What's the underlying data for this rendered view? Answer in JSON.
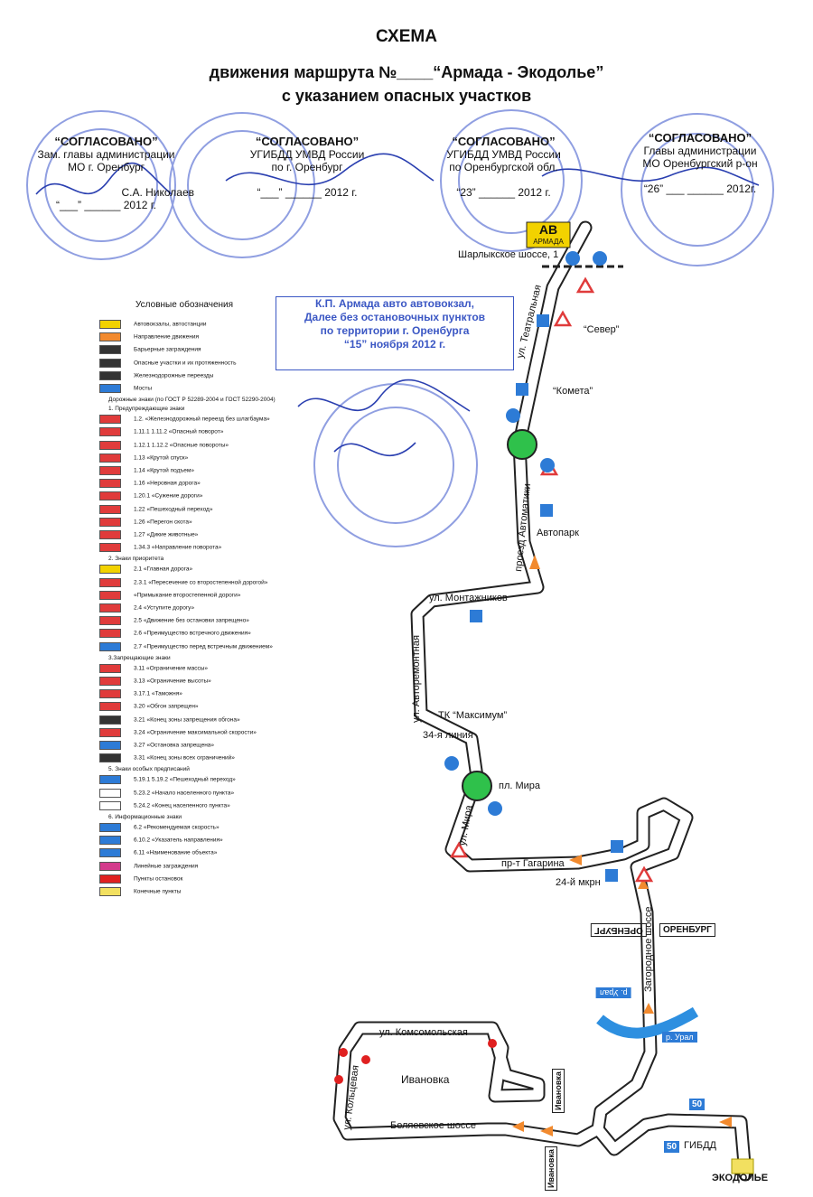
{
  "header": {
    "title": "СХЕМА",
    "line2": "движения маршрута №____“Армада - Экодолье”",
    "line3": "с указанием опасных участков"
  },
  "approvals": [
    {
      "heading": "“СОГЛАСОВАНО”",
      "line1": "Зам. главы администрации",
      "line2": "МО г. Оренбург",
      "signer": "С.А. Николаев",
      "date": "“___” ______ 2012 г."
    },
    {
      "heading": "“СОГЛАСОВАНО”",
      "line1": "УГИБДД УМВД России",
      "line2": "по г. Оренбург",
      "signer": "",
      "date": "“___” ______ 2012 г."
    },
    {
      "heading": "“СОГЛАСОВАНО”",
      "line1": "УГИБДД УМВД России",
      "line2": "по Оренбургской обл.",
      "signer": "",
      "date": "“23” ______ 2012 г."
    },
    {
      "heading": "“СОГЛАСОВАНО”",
      "line1": "Главы администрации",
      "line2": "МО Оренбургский р-он",
      "signer": "",
      "date": "“26” ___ ______ 2012г."
    }
  ],
  "stamp_box": {
    "line1": "К.П. Армада авто  автовокзал,",
    "line2": "Далее без остановочных пунктов",
    "line3": "по территории г. Оренбурга",
    "line4": "“15” ноября  2012 г."
  },
  "legend": {
    "title": "Условные обозначения",
    "items": [
      {
        "label": "Автовокзалы, автостанции",
        "color": "#f2d200"
      },
      {
        "label": "Направление движения",
        "color": "#f28a2e"
      },
      {
        "label": "Барьерные заграждения",
        "color": "#333333"
      },
      {
        "label": "Опасные участки и их протяженность",
        "color": "#333333"
      },
      {
        "label": "Железнодорожные переезды",
        "color": "#333333"
      },
      {
        "label": "Мосты",
        "color": "#2d7bd6"
      },
      {
        "label": "Дорожные знаки (по ГОСТ Р 52289-2004 и ГОСТ 52290-2004)",
        "color": ""
      },
      {
        "label": "1. Предупреждающие знаки",
        "color": ""
      },
      {
        "label": "1.2. «Железнодорожный переезд без шлагбаума»",
        "color": "#e03b3b"
      },
      {
        "label": "1.11.1 1.11.2 «Опасный поворот»",
        "color": "#e03b3b"
      },
      {
        "label": "1.12.1 1.12.2 «Опасные повороты»",
        "color": "#e03b3b"
      },
      {
        "label": "1.13 «Крутой спуск»",
        "color": "#e03b3b"
      },
      {
        "label": "1.14 «Крутой подъем»",
        "color": "#e03b3b"
      },
      {
        "label": "1.16 «Неровная дорога»",
        "color": "#e03b3b"
      },
      {
        "label": "1.20.1 «Сужение дороги»",
        "color": "#e03b3b"
      },
      {
        "label": "1.22 «Пешеходный переход»",
        "color": "#e03b3b"
      },
      {
        "label": "1.26 «Перегон скота»",
        "color": "#e03b3b"
      },
      {
        "label": "1.27 «Дикие животные»",
        "color": "#e03b3b"
      },
      {
        "label": "1.34.3 «Направление поворота»",
        "color": "#e03b3b"
      },
      {
        "label": "2. Знаки приоритета",
        "color": ""
      },
      {
        "label": "2.1 «Главная дорога»",
        "color": "#f2d200"
      },
      {
        "label": "2.3.1 «Пересечение со второстепенной дорогой»",
        "color": "#e03b3b"
      },
      {
        "label": "«Примыкание второстепенной дороги»",
        "color": "#e03b3b"
      },
      {
        "label": "2.4 «Уступите дорогу»",
        "color": "#e03b3b"
      },
      {
        "label": "2.5 «Движение без остановки запрещено»",
        "color": "#e03b3b"
      },
      {
        "label": "2.6 «Преимущество встречного движения»",
        "color": "#e03b3b"
      },
      {
        "label": "2.7 «Преимущество перед встречным движением»",
        "color": "#2d7bd6"
      },
      {
        "label": "3.Запрещающие знаки",
        "color": ""
      },
      {
        "label": "3.11 «Ограничение массы»",
        "color": "#e03b3b"
      },
      {
        "label": "3.13 «Ограничение высоты»",
        "color": "#e03b3b"
      },
      {
        "label": "3.17.1 «Таможня»",
        "color": "#e03b3b"
      },
      {
        "label": "3.20 «Обгон запрещен»",
        "color": "#e03b3b"
      },
      {
        "label": "3.21 «Конец зоны запрещения обгона»",
        "color": "#333333"
      },
      {
        "label": "3.24 «Ограничение максимальной скорости»",
        "color": "#e03b3b"
      },
      {
        "label": "3.27 «Остановка запрещена»",
        "color": "#2d7bd6"
      },
      {
        "label": "3.31 «Конец зоны всех ограничений»",
        "color": "#333333"
      },
      {
        "label": "5. Знаки особых предписаний",
        "color": ""
      },
      {
        "label": "5.19.1 5.19.2 «Пешеходный переход»",
        "color": "#2d7bd6"
      },
      {
        "label": "5.23.2 «Начало населенного пункта»",
        "color": "#ffffff"
      },
      {
        "label": "5.24.2 «Конец населенного пункта»",
        "color": "#ffffff"
      },
      {
        "label": "6. Информационные знаки",
        "color": ""
      },
      {
        "label": "6.2 «Рекомендуемая скорость»",
        "color": "#2d7bd6"
      },
      {
        "label": "6.10.2 «Указатель направления»",
        "color": "#2d7bd6"
      },
      {
        "label": "6.11 «Наименование объекта»",
        "color": "#2d7bd6"
      },
      {
        "label": "Линейные заграждения",
        "color": "#d43a8c"
      },
      {
        "label": "Пункты остановок",
        "color": "#e02020"
      },
      {
        "label": "Конечные пункты",
        "color": "#f2e060"
      }
    ]
  },
  "map": {
    "start_badge": "АВ",
    "start_badge_sub": "АРМАДА",
    "labels": {
      "sharlyk": "Шарлыкское шоссе, 1",
      "sever": "“Север”",
      "teatralnaya": "ул. Театральная",
      "kometa": "“Комета”",
      "avtomatiki": "проезд Автоматики",
      "avtopark": "Автопарк",
      "montazhnikov": "ул. Монтажников",
      "avtoremontnaya": "ул. Авторемонтная",
      "maksimum": "ТК “Максимум”",
      "liniya34": "34-я линия",
      "pl_mira": "пл. Мира",
      "ul_mira": "ул. Мира",
      "gagarina": "пр-т Гагарина",
      "mkrn24": "24-й мкрн",
      "zagorodnoe": "Загородное шоссе",
      "orenburg1": "ОРЕНБУРГ",
      "orenburg2": "ОРЕНБУРГ",
      "r_ural1": "р. Урал",
      "r_ural2": "р. Урал",
      "komsomolskaya": "ул. Комсомольская",
      "ivanovka": "Ивановка",
      "ivanovka_sign1": "Ивановка",
      "ivanovka_sign2": "Ивановка",
      "koltsevaya": "ул. Кольцевая",
      "belyaevskoe": "Беляевское шоссе",
      "gibdd": "ГИБДД",
      "speed": "50",
      "speed2": "50",
      "ekodolye": "ЭКОДОЛЬЕ"
    }
  },
  "colors": {
    "route_stroke": "#333333",
    "road_fill": "#ffffff",
    "arrow": "#f28a2e",
    "stamp_blue": "#3b57c4",
    "river": "#2d8fe0",
    "roundabout": "#2fc14b"
  }
}
